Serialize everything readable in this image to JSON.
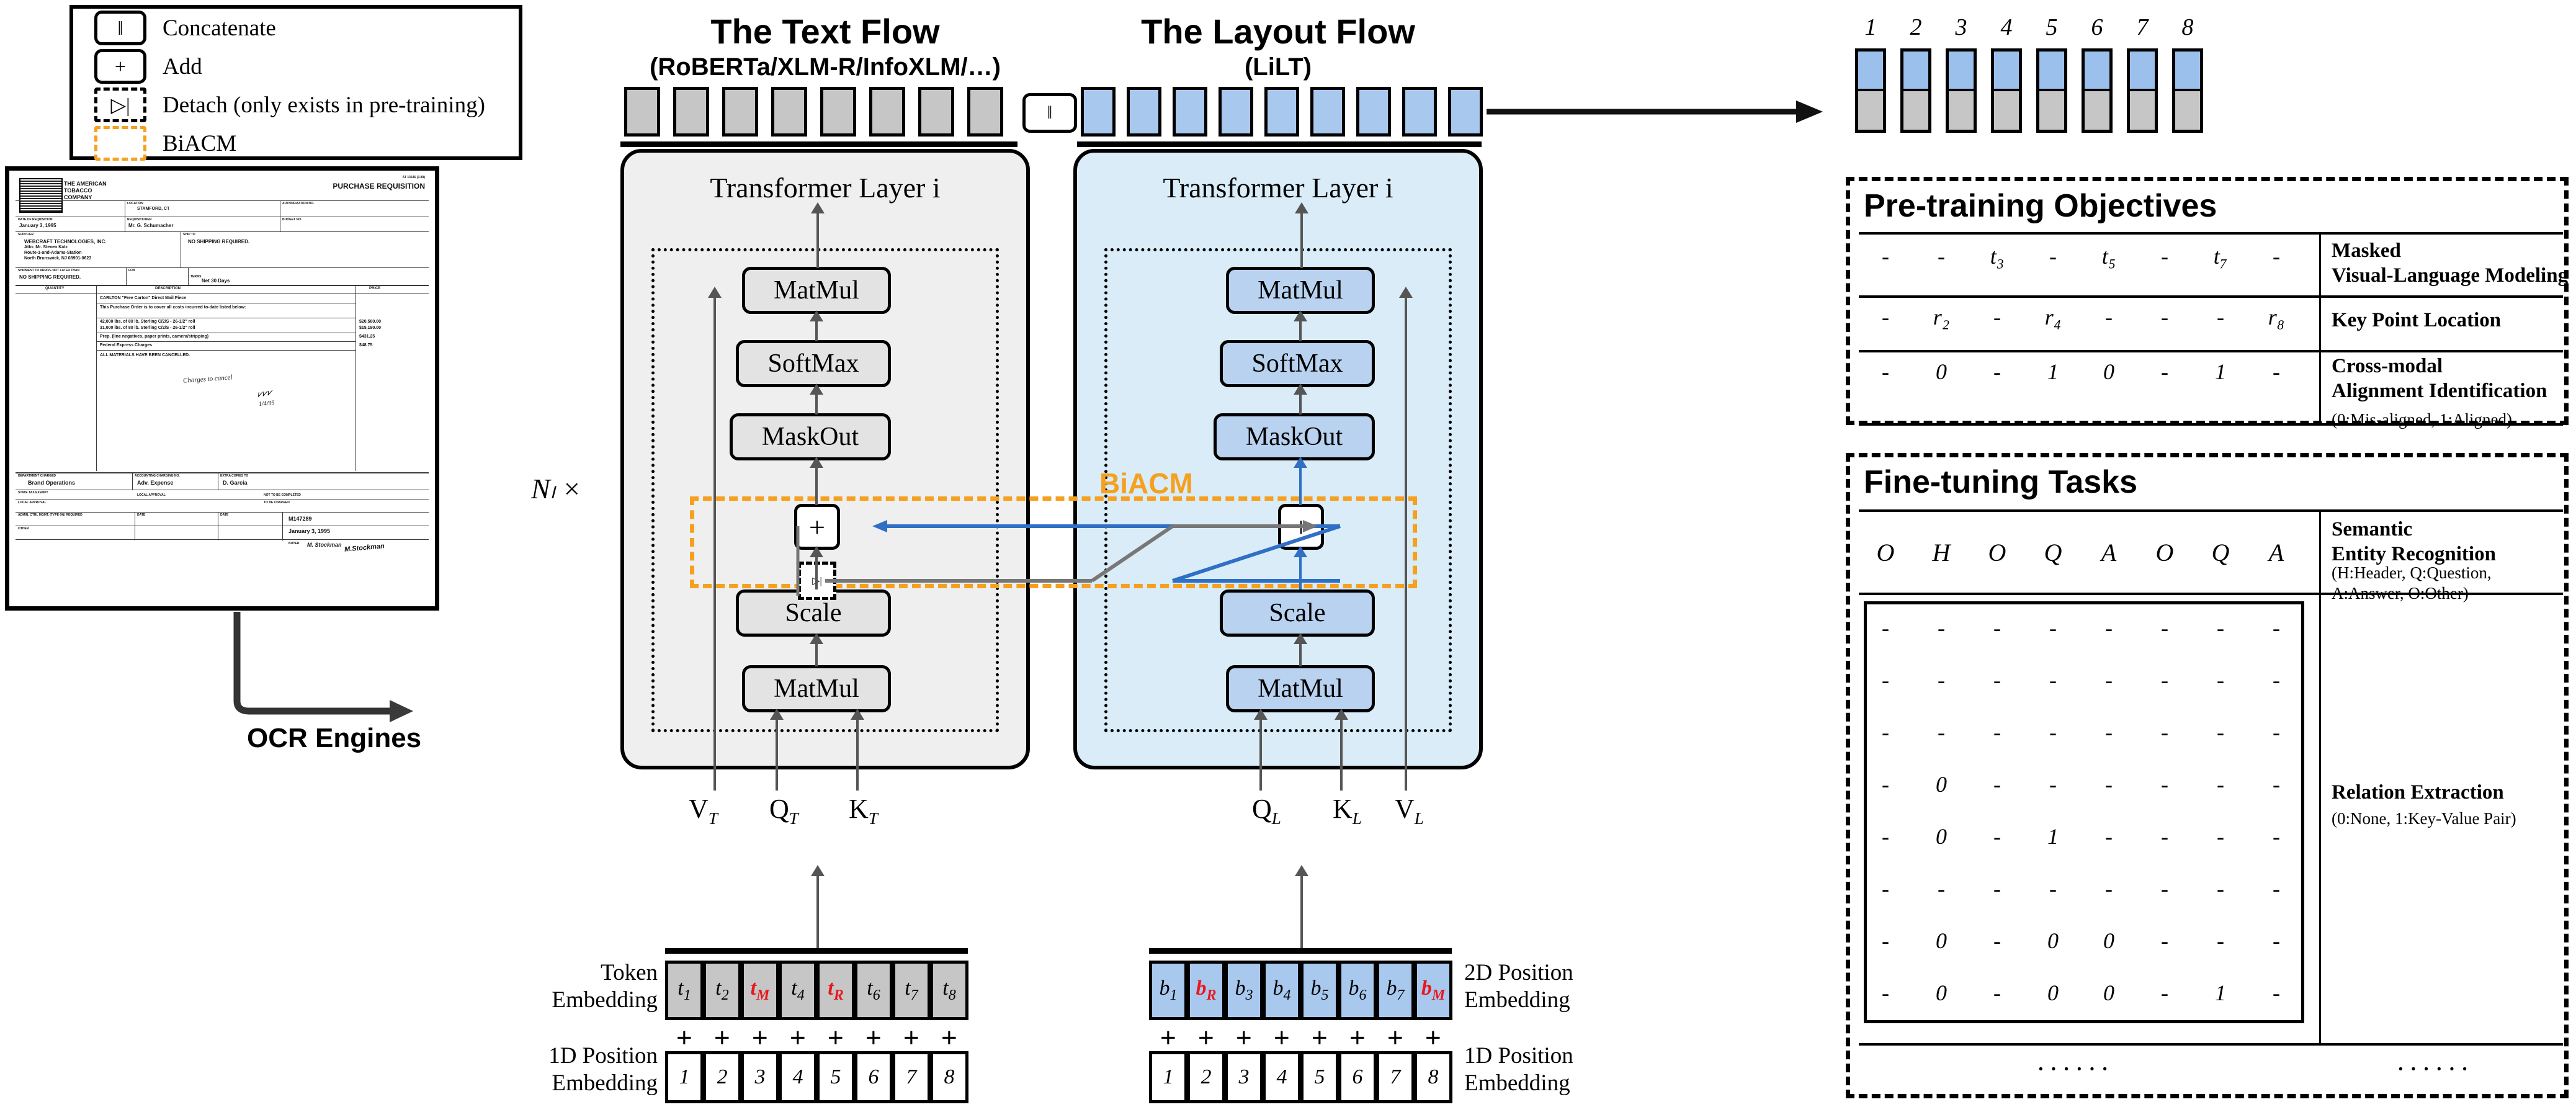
{
  "legend": {
    "items": [
      {
        "symbol": "‖",
        "label": "Concatenate",
        "style": "solid"
      },
      {
        "symbol": "+",
        "label": "Add",
        "style": "solid"
      },
      {
        "symbol": "▷|",
        "label": "Detach (only exists in pre-training)",
        "style": "dashed"
      },
      {
        "symbol": "",
        "label": "BiACM",
        "style": "orange-dashed"
      }
    ]
  },
  "document": {
    "company": "THE AMERICAN TOBACCO COMPANY",
    "doc_title": "PURCHASE REQUISITION",
    "top_right_code": "AT 13546 (3-89)",
    "fields": [
      {
        "label": "LOCATION",
        "value": "STAMFORD, CT"
      },
      {
        "label": "AUTHORIZATION NO.",
        "value": ""
      },
      {
        "label": "DATE OF REQUISITION",
        "value": "January 3, 1995"
      },
      {
        "label": "REQUISITIONER",
        "value": "Mr. G. Schumacher"
      },
      {
        "label": "BUDGET NO.",
        "value": ""
      },
      {
        "label": "SUPPLIER",
        "value": "WEBCRAFT TECHNOLOGIES, INC."
      },
      {
        "label": "",
        "value": "Attn: Mr. Steven Katz"
      },
      {
        "label": "",
        "value": "Route-1-and-Adams-Station"
      },
      {
        "label": "",
        "value": "North Brunswick, NJ 08901-0623"
      },
      {
        "label": "SHIP TO",
        "value": "NO SHIPPING REQUIRED."
      },
      {
        "label": "SHIPMENT TO ARRIVE NOT LATER THAN",
        "value": "NO SHIPPING REQUIRED."
      },
      {
        "label": "TERMS",
        "value": "Net 30 Days"
      }
    ],
    "table_headers": [
      "QUANTITY",
      "DESCRIPTION",
      "PRICE"
    ],
    "table_rows": [
      {
        "qty": "",
        "desc": "CARLTON \"Free Carton\" Direct Mail Piece",
        "price": ""
      },
      {
        "qty": "",
        "desc": "This Purchase Order is to cover all costs incurred to-date listed below:",
        "price": ""
      },
      {
        "qty": "",
        "desc": "42,000 lbs. of 80 lb. Sterling C/2/S - 26-1/2\" roll",
        "price": "$20,580.00"
      },
      {
        "qty": "",
        "desc": "31,000 lbs. of 80 lb. Sterling C/2/S - 26-1/2\" roll",
        "price": "$15,190.00"
      },
      {
        "qty": "",
        "desc": "Prep. (line negatives, paper prints, camera/stripping)",
        "price": "$431.25"
      },
      {
        "qty": "",
        "desc": "Federal Express Charges",
        "price": "$48.75"
      },
      {
        "qty": "",
        "desc": "ALL MATERIALS HAVE BEEN CANCELLED.",
        "price": ""
      }
    ],
    "handwriting": "Charges to cancel",
    "footer": [
      {
        "label": "DEPARTMENT CHARGED",
        "value": "Brand Operations"
      },
      {
        "label": "ACCOUNTING CHARGING NO.",
        "value": "Adv. Expense"
      },
      {
        "label": "EXTRA COPIES TO",
        "value": "D. Garcia"
      },
      {
        "label": "STATE TAX EXEMPT",
        "value": ""
      },
      {
        "label": "LOCAL APPROVAL",
        "value": ""
      },
      {
        "label": "NOT TO BE COMPLETED",
        "value": ""
      },
      {
        "label": "TO BE CHARGED",
        "value": ""
      },
      {
        "label": "ADMIN. CTRL MGMT. (TYPE (A)) REQUIRED",
        "value": "M147289"
      },
      {
        "label": "DATE",
        "value": "January 3, 1995"
      },
      {
        "label": "OTHER",
        "value": "M. Stockman"
      }
    ]
  },
  "ocr": {
    "label": "OCR Engines"
  },
  "flows": {
    "text": {
      "title": "The Text Flow",
      "subtitle": "(RoBERTa/XLM-R/InfoXLM/…)"
    },
    "layout": {
      "title": "The Layout Flow",
      "subtitle": "(LiLT)"
    }
  },
  "concat_symbol": "‖",
  "layers": {
    "repeat_label": "Nₗ ×",
    "text": {
      "title": "Transformer Layer i",
      "nodes": [
        "MatMul",
        "SoftMax",
        "MaskOut",
        "Scale",
        "MatMul"
      ],
      "inputs": [
        "V",
        "Q",
        "K"
      ],
      "input_sub": "T"
    },
    "layout": {
      "title": "Transformer Layer i",
      "nodes": [
        "MatMul",
        "SoftMax",
        "MaskOut",
        "Scale",
        "MatMul"
      ],
      "inputs": [
        "Q",
        "K",
        "V"
      ],
      "input_sub": "L"
    }
  },
  "biacm": {
    "label": "BiACM",
    "add_symbol": "+",
    "detach_symbol": "▷|"
  },
  "embeddings": {
    "token_label": "Token\nEmbedding",
    "pos2d_label": "2D Position\nEmbedding",
    "pos1d_left_label": "1D Position\nEmbedding",
    "pos1d_right_label": "1D Position\nEmbedding",
    "plus_symbol": "+",
    "text_tokens": [
      {
        "base": "t",
        "sub": "1",
        "red": false
      },
      {
        "base": "t",
        "sub": "2",
        "red": false
      },
      {
        "base": "t",
        "sub": "M",
        "red": true
      },
      {
        "base": "t",
        "sub": "4",
        "red": false
      },
      {
        "base": "t",
        "sub": "R",
        "red": true
      },
      {
        "base": "t",
        "sub": "6",
        "red": false
      },
      {
        "base": "t",
        "sub": "7",
        "red": false
      },
      {
        "base": "t",
        "sub": "8",
        "red": false
      }
    ],
    "layout_tokens": [
      {
        "base": "b",
        "sub": "1",
        "red": false
      },
      {
        "base": "b",
        "sub": "R",
        "red": true
      },
      {
        "base": "b",
        "sub": "3",
        "red": false
      },
      {
        "base": "b",
        "sub": "4",
        "red": false
      },
      {
        "base": "b",
        "sub": "5",
        "red": false
      },
      {
        "base": "b",
        "sub": "6",
        "red": false
      },
      {
        "base": "b",
        "sub": "7",
        "red": false
      },
      {
        "base": "b",
        "sub": "M",
        "red": true
      }
    ],
    "pos_numbers": [
      "1",
      "2",
      "3",
      "4",
      "5",
      "6",
      "7",
      "8"
    ]
  },
  "output": {
    "numbers": [
      "1",
      "2",
      "3",
      "4",
      "5",
      "6",
      "7",
      "8"
    ],
    "top_color": "#9cc0ec",
    "bottom_color": "#c6c6c6"
  },
  "pretraining": {
    "title": "Pre-training Objectives",
    "rows": [
      {
        "values": [
          "-",
          "-",
          "t₃",
          "-",
          "t₅",
          "-",
          "t₇",
          "-"
        ],
        "name": "Masked\nVisual-Language Modeling",
        "note": ""
      },
      {
        "values": [
          "-",
          "r₂",
          "-",
          "r₄",
          "-",
          "-",
          "-",
          "r₈"
        ],
        "name": "Key Point Location",
        "note": ""
      },
      {
        "values": [
          "-",
          "0",
          "-",
          "1",
          "0",
          "-",
          "1",
          "-"
        ],
        "name": "Cross-modal\nAlignment Identification",
        "note": "(0:Mis-aligned, 1:Aligned)"
      }
    ]
  },
  "finetuning": {
    "title": "Fine-tuning Tasks",
    "ser": {
      "values": [
        "O",
        "H",
        "O",
        "Q",
        "A",
        "O",
        "Q",
        "A"
      ],
      "name": "Semantic\nEntity Recognition",
      "note": "(H:Header, Q:Question,\nA:Answer, O:Other)"
    },
    "re": {
      "name": "Relation Extraction",
      "note": "(0:None, 1:Key-Value Pair)",
      "matrix": [
        [
          "-",
          "-",
          "-",
          "-",
          "-",
          "-",
          "-",
          "-"
        ],
        [
          "-",
          "-",
          "-",
          "-",
          "-",
          "-",
          "-",
          "-"
        ],
        [
          "-",
          "-",
          "-",
          "-",
          "-",
          "-",
          "-",
          "-"
        ],
        [
          "-",
          "0",
          "-",
          "-",
          "-",
          "-",
          "-",
          "-"
        ],
        [
          "-",
          "0",
          "-",
          "1",
          "-",
          "-",
          "-",
          "-"
        ],
        [
          "-",
          "-",
          "-",
          "-",
          "-",
          "-",
          "-",
          "-"
        ],
        [
          "-",
          "0",
          "-",
          "0",
          "0",
          "-",
          "-",
          "-"
        ],
        [
          "-",
          "0",
          "-",
          "0",
          "0",
          "-",
          "1",
          "-"
        ]
      ]
    },
    "ellipsis_left": "······",
    "ellipsis_right": "······"
  }
}
